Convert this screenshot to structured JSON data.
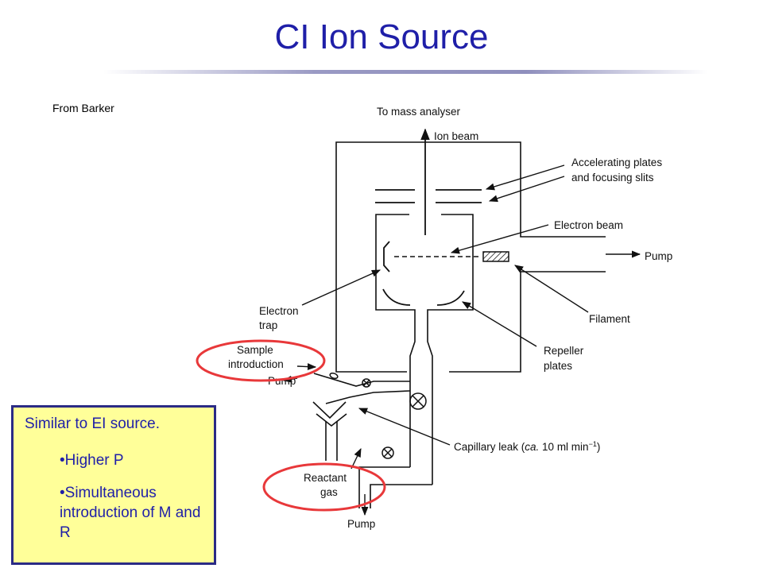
{
  "slide": {
    "title": "CI Ion Source",
    "source_note": "From Barker"
  },
  "diagram": {
    "labels": {
      "to_mass_analyser": "To mass analyser",
      "ion_beam": "Ion beam",
      "accelerating_plates_1": "Accelerating plates",
      "accelerating_plates_2": "and focusing slits",
      "electron_beam": "Electron beam",
      "pump_right": "Pump",
      "electron_trap_1": "Electron",
      "electron_trap_2": "trap",
      "filament": "Filament",
      "sample_introduction_1": "Sample",
      "sample_introduction_2": "introduction",
      "pump_left": "Pump",
      "repeller_plates_1": "Repeller",
      "repeller_plates_2": "plates",
      "capillary_leak": "Capillary leak (",
      "capillary_ca": "ca.",
      "capillary_rate": " 10 ml min",
      "capillary_exp": "−1",
      "capillary_close": ")",
      "reactant_gas_1": "Reactant",
      "reactant_gas_2": "gas",
      "pump_bottom": "Pump"
    },
    "highlight_color": "#e8383a"
  },
  "note": {
    "heading": "Similar to EI source.",
    "bullets": [
      "•Higher P",
      "•Simultaneous introduction of M and R"
    ]
  }
}
